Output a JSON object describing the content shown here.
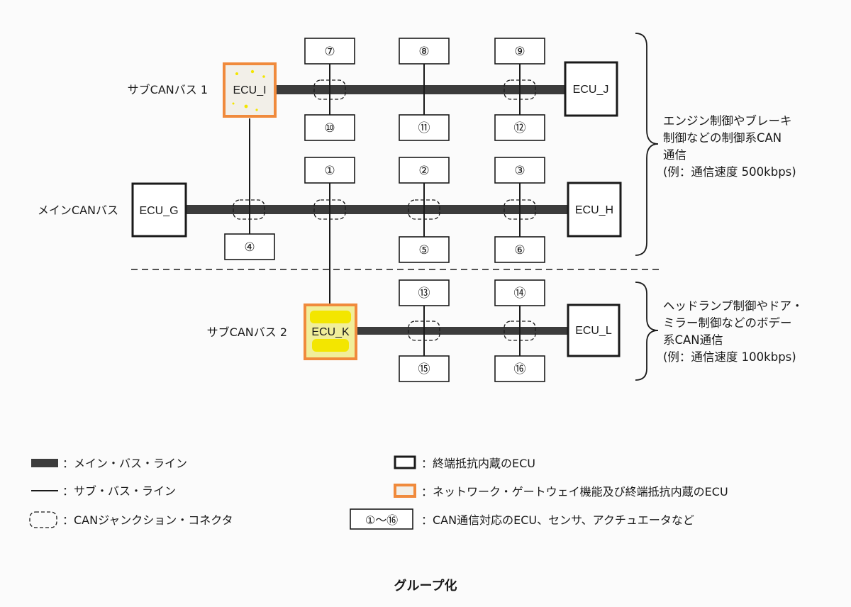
{
  "diagram": {
    "bus_labels": {
      "sub1": "サブCANバス 1",
      "main": "メインCANバス",
      "sub2": "サブCANバス 2"
    },
    "gateway_ecus": {
      "ecu_i": "ECU_I",
      "ecu_k": "ECU_K"
    },
    "terminal_ecus": {
      "ecu_j": "ECU_J",
      "ecu_g": "ECU_G",
      "ecu_h": "ECU_H",
      "ecu_l": "ECU_L"
    },
    "nodes": {
      "n1": "①",
      "n2": "②",
      "n3": "③",
      "n4": "④",
      "n5": "⑤",
      "n6": "⑥",
      "n7": "⑦",
      "n8": "⑧",
      "n9": "⑨",
      "n10": "⑩",
      "n11": "⑪",
      "n12": "⑫",
      "n13": "⑬",
      "n14": "⑭",
      "n15": "⑮",
      "n16": "⑯"
    },
    "notes": {
      "control": [
        "エンジン制御やブレーキ",
        "制御などの制御系CAN",
        "通信",
        "(例：通信速度 500kbps)"
      ],
      "body": [
        "ヘッドランプ制御やドア・",
        "ミラー制御などのボデー",
        "系CAN通信",
        "(例：通信速度 100kbps)"
      ]
    }
  },
  "legend": {
    "main_bus_line": "：メイン・バス・ライン",
    "sub_bus_line": "：サブ・バス・ライン",
    "junction_connector": "：CANジャンクション・コネクタ",
    "terminal_ecu": "：終端抵抗内蔵のECU",
    "gateway_ecu": "：ネットワーク・ゲートウェイ機能及び終端抵抗内蔵のECU",
    "node_range": "①〜⑯",
    "node_desc": "：CAN通信対応のECU、センサ、アクチュエータなど"
  },
  "caption": "グループ化",
  "colors": {
    "main_bus": "#3c3c3c",
    "line": "#1a1a1a",
    "gateway_border": "#f08a3c",
    "gateway_fill_i": "#f2efe8",
    "gateway_fill_k": "#f1ee9a",
    "highlight": "#f3e600"
  }
}
